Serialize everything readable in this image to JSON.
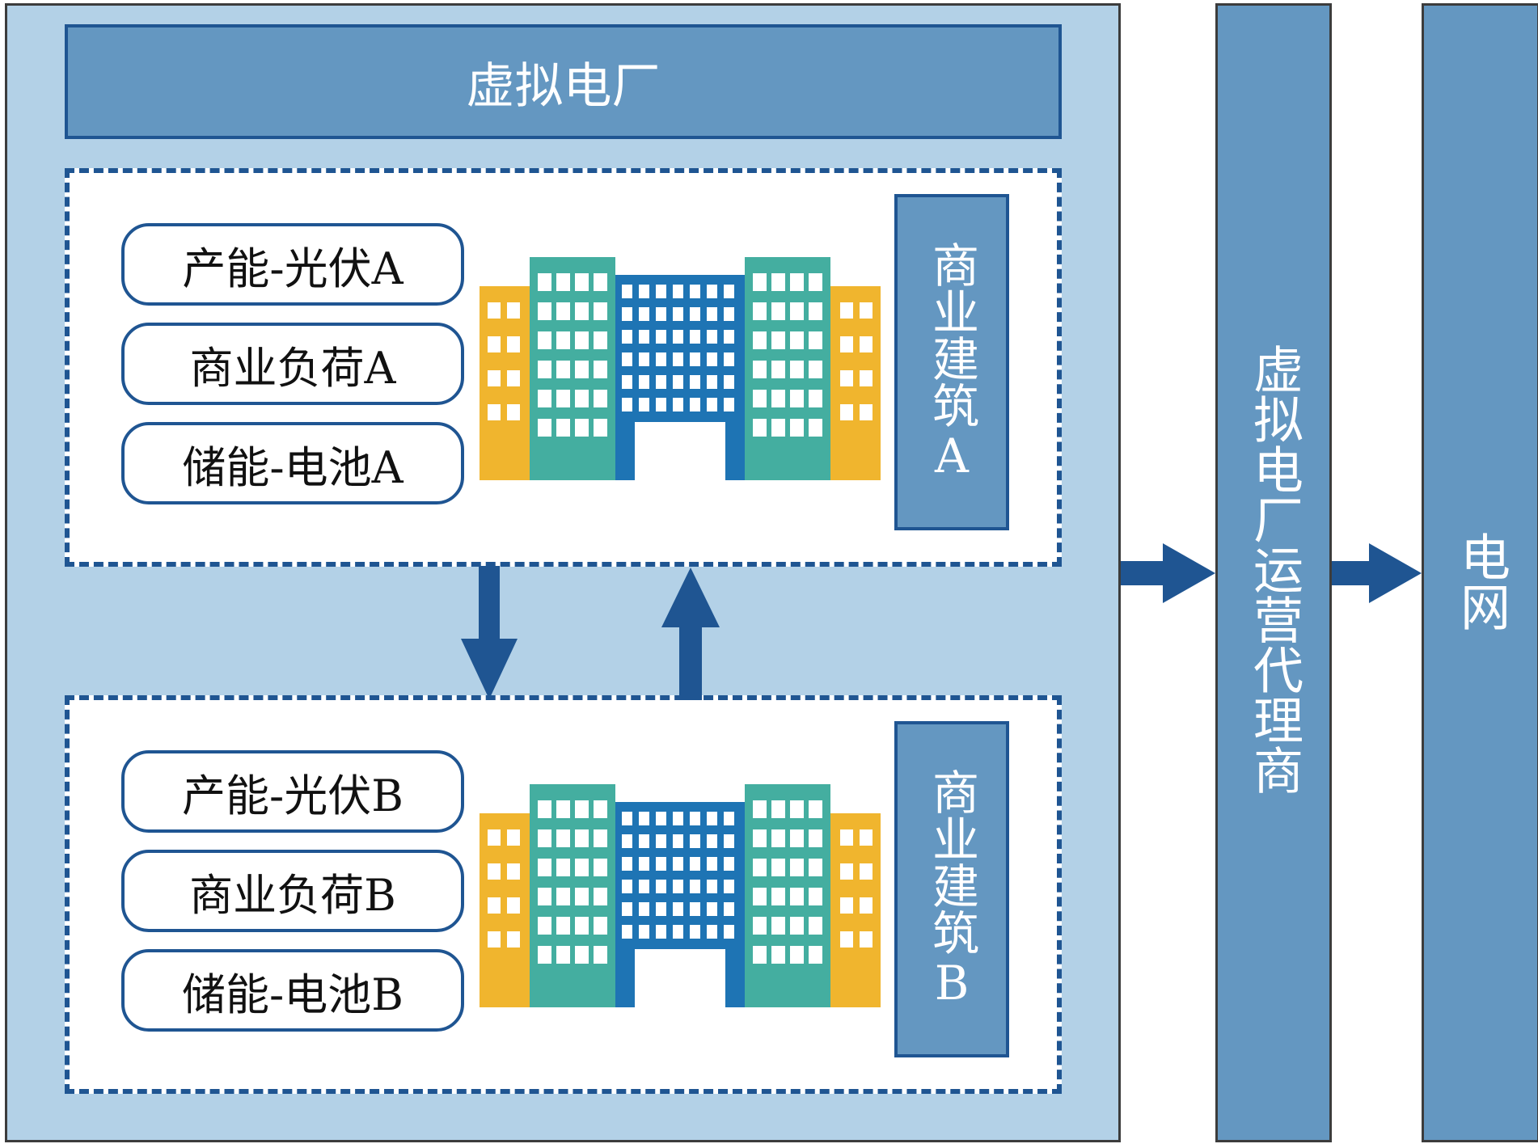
{
  "virtual_power_plant": {
    "title": "虚拟电厂"
  },
  "building_a": {
    "items": [
      "产能-光伏A",
      "商业负荷A",
      "储能-电池A"
    ],
    "label": "商业建筑A"
  },
  "building_b": {
    "items": [
      "产能-光伏B",
      "商业负荷B",
      "储能-电池B"
    ],
    "label": "商业建筑B"
  },
  "operator": {
    "label": "虚拟电厂运营代理商"
  },
  "grid": {
    "label": "电网"
  },
  "colors": {
    "outer_fill": "#b3d1e7",
    "box_fill": "#6497c1",
    "accent": "#1f5592",
    "building_teal": "#44aea0",
    "building_yellow": "#f0b52e",
    "building_blue": "#1e74b4"
  }
}
